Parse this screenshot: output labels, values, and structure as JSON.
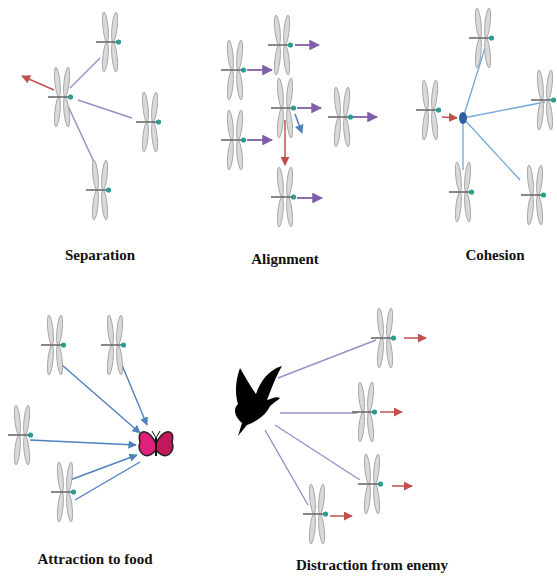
{
  "diagram": {
    "labels": [
      "Separation",
      "Alignment",
      "Cohesion",
      "Attraction to food",
      "Distraction from enemy"
    ]
  }
}
